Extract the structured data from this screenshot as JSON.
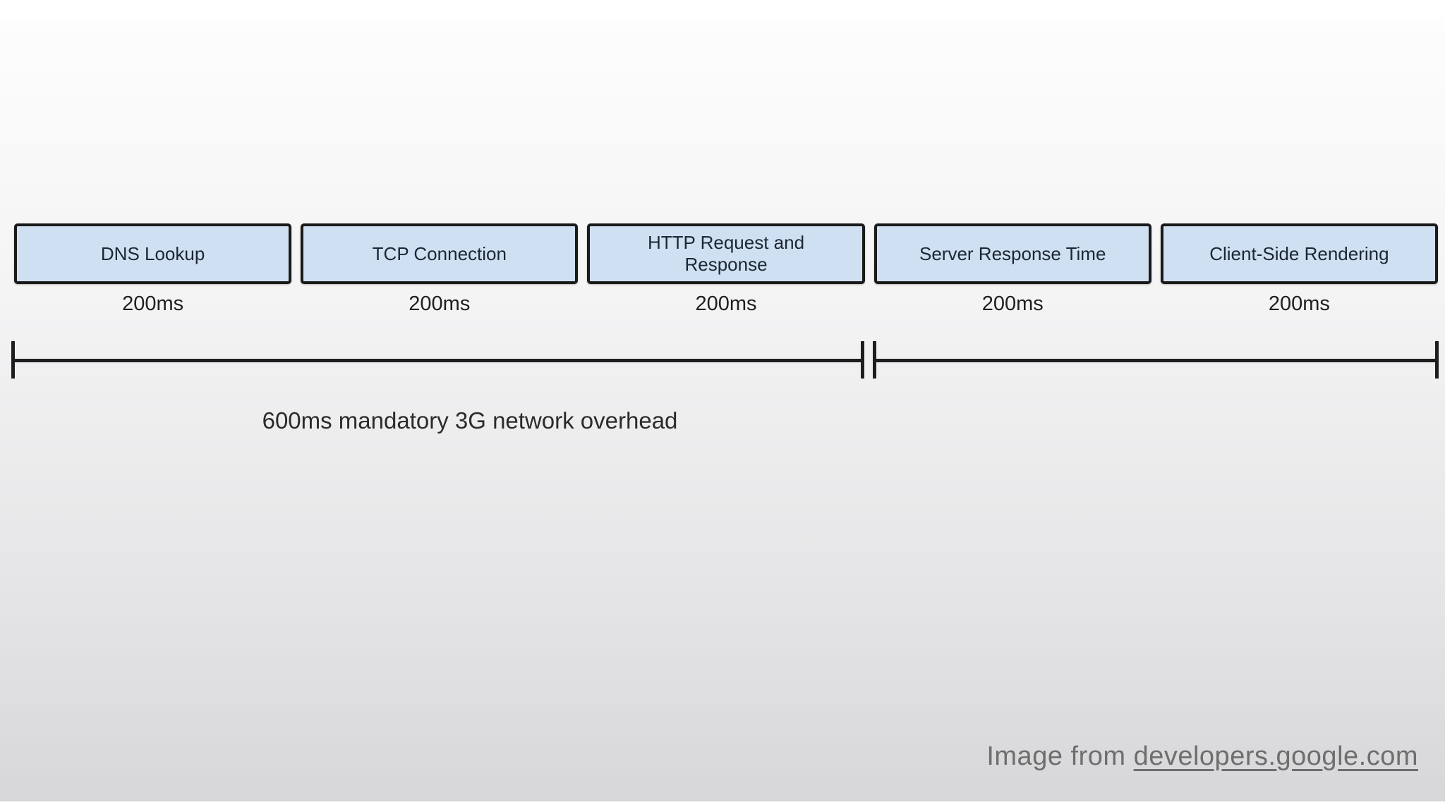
{
  "colors": {
    "box_fill": "#cfe0f2",
    "box_border": "#1a1a1a",
    "box_text": "#1c2733",
    "line": "#1e1e1e",
    "attribution_text": "#6e6e6e",
    "background_top": "#fdfdfd",
    "background_bottom": "#d7d7d9"
  },
  "diagram": {
    "phases": [
      {
        "label": "DNS Lookup",
        "duration": "200ms"
      },
      {
        "label": "TCP Connection",
        "duration": "200ms"
      },
      {
        "label": "HTTP Request and Response",
        "duration": "200ms"
      },
      {
        "label": "Server Response Time",
        "duration": "200ms"
      },
      {
        "label": "Client-Side Rendering",
        "duration": "200ms"
      }
    ],
    "overhead_caption": "600ms mandatory 3G network overhead",
    "bracket_1_spans": "DNS Lookup + TCP Connection + HTTP Request and Response",
    "bracket_2_spans": "Server Response Time + Client-Side Rendering"
  },
  "attribution": {
    "prefix": "Image from ",
    "link": "developers.google.com"
  }
}
